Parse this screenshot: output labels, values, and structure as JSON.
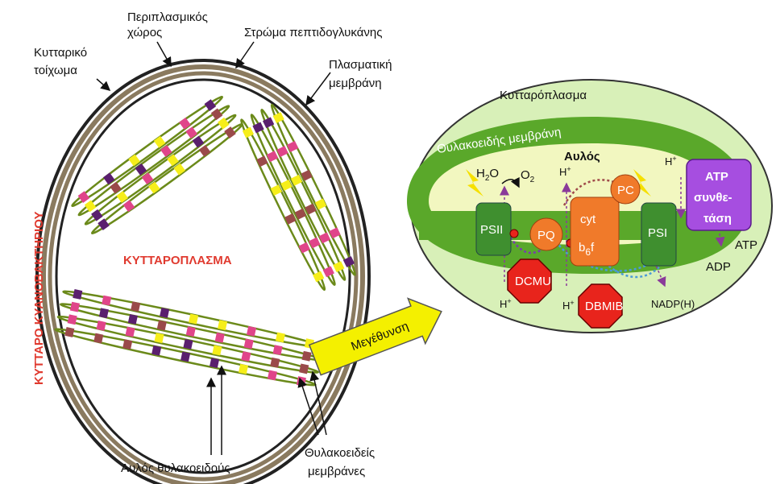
{
  "labels": {
    "periplasmic_space_line1": "Περιπλασμικός",
    "periplasmic_space_line2": "χώρος",
    "peptidoglycan_layer": "Στρώμα πεπτιδογλυκάνης",
    "cell_wall_line1": "Κυτταρικό",
    "cell_wall_line2": "τοίχωμα",
    "plasma_membrane_line1": "Πλασματική",
    "plasma_membrane_line2": "μεμβράνη",
    "cell_title": "ΚΥΤΤΑΡΟ ΚΥΑΝΟΒΑΚΤΗΡΙΟΥ",
    "cytoplasm_caps": "ΚΥΤΤΑΡΟΠΛΑΣΜΑ",
    "thylakoid_lumen": "Αυλός θυλακοειδούς",
    "thylakoid_membranes_line1": "Θυλακοειδείς",
    "thylakoid_membranes_line2": "μεμβράνες",
    "magnification": "Μεγέθυνση"
  },
  "inset": {
    "cytoplasm": "Κυτταρόπλασμα",
    "thylakoid_membrane": "Θυλακοειδής μεμβράνη",
    "lumen": "Αυλός",
    "psii": "PSII",
    "pq": "PQ",
    "cyt_line1": "cyt",
    "cyt_line2": "b",
    "cyt_sub": "6",
    "cyt_suffix": "f",
    "pc": "PC",
    "psi": "PSI",
    "atp_synthase_line1": "ATP",
    "atp_synthase_line2": "συνθε-",
    "atp_synthase_line3": "τάση",
    "dcmu": "DCMU",
    "dbmib": "DBMIB",
    "h2o": "H",
    "h2o_sub": "2",
    "h2o_suffix": "O",
    "o2": "O",
    "o2_sub": "2",
    "h_plus": "H",
    "plus": "+",
    "nadph": "NADP(H)",
    "adp": "ADP",
    "atp": "ATP"
  },
  "colors": {
    "cell_wall": "#8a7a5f",
    "cytoplasm_inset": "#d8f0b8",
    "thylakoid_membrane": "#5aa82a",
    "lumen": "#f2f7c0",
    "photosystem": "#3f8f2f",
    "orange_complex": "#f07a2a",
    "inhibitor": "#e8241c",
    "atp_synthase": "#a64ee0",
    "arrow_yellow": "#f4f000",
    "cytoplasm_title": "#e03a2f"
  }
}
